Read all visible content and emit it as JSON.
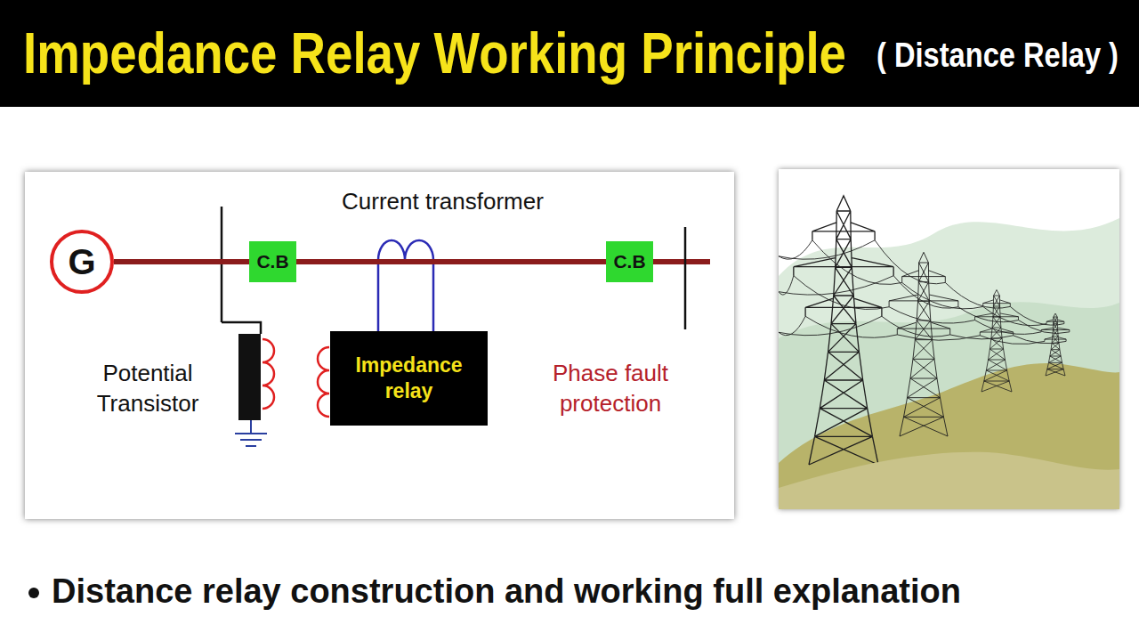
{
  "diagram": {
    "title": "Impedance Relay Working Principle",
    "nodes": [
      {
        "text": [
          "G"
        ]
      },
      {
        "text": [
          "C.B"
        ]
      },
      {
        "text": [
          "C.B"
        ]
      },
      {
        "text": [
          "Impedance relay"
        ]
      }
    ],
    "edges": [
      {
        "from": 0,
        "to": 1,
        "arrow": "none"
      },
      {
        "from": 1,
        "to": 2,
        "arrow": "none"
      }
    ],
    "labels": [
      "( Distance Relay )",
      "Current transformer",
      "Potential Transistor",
      "Phase fault protection",
      "Distance relay construction and working full explanation"
    ]
  }
}
